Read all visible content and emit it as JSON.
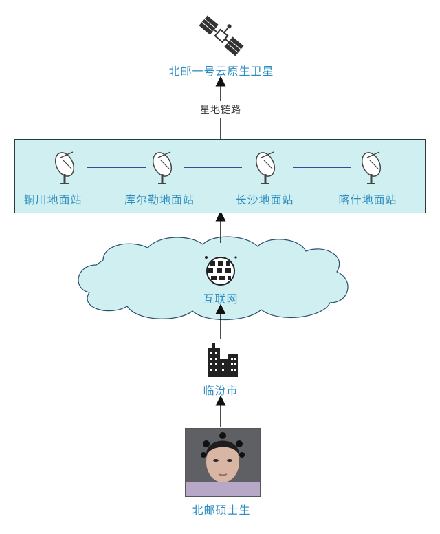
{
  "satellite": {
    "label": "北邮一号云原生卫星",
    "icon": "satellite-icon"
  },
  "link": {
    "label": "星地链路"
  },
  "stations": [
    {
      "label": "铜川地面站",
      "icon": "satellite-dish-icon"
    },
    {
      "label": "库尔勒地面站",
      "icon": "satellite-dish-icon"
    },
    {
      "label": "长沙地面站",
      "icon": "satellite-dish-icon"
    },
    {
      "label": "喀什地面站",
      "icon": "satellite-dish-icon"
    }
  ],
  "internet": {
    "label": "互联网",
    "icon": "globe-icon"
  },
  "city": {
    "label": "临汾市",
    "icon": "city-buildings-icon"
  },
  "student": {
    "label": "北邮硕士生",
    "icon": "person-photo"
  },
  "colors": {
    "label": "#2d8cc0",
    "box_fill": "#cfeff0",
    "cloud_fill": "#cfeff0",
    "connector": "#2d4e9a"
  }
}
